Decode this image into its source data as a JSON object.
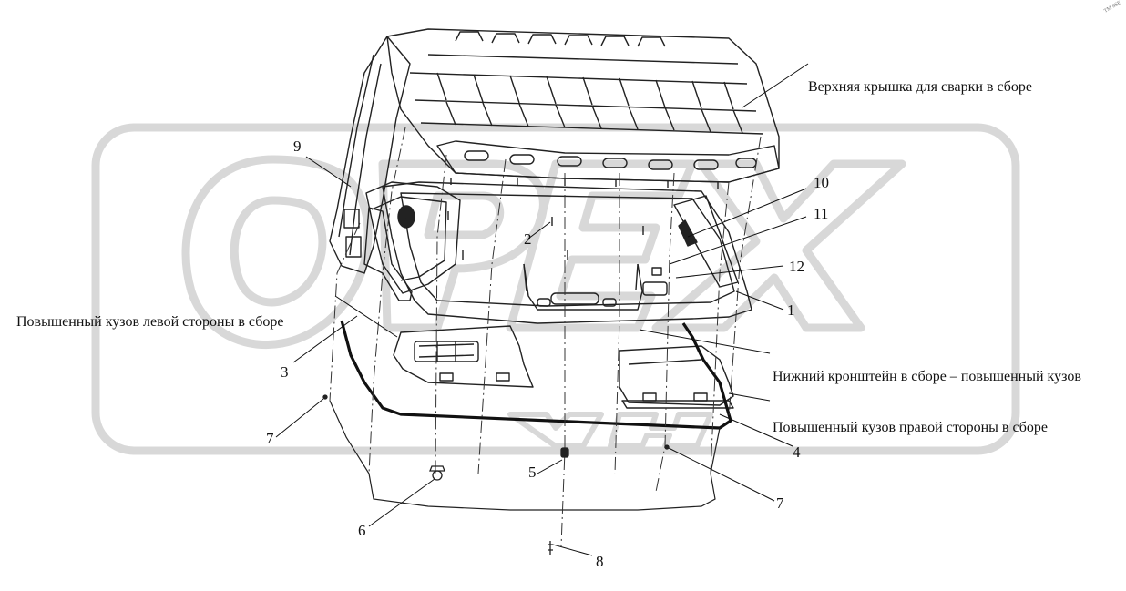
{
  "watermark": {
    "text": "OPEX",
    "color": "#d9d9d9"
  },
  "stamp": "TM 8SE",
  "labels": {
    "top_cover": "Верхняя крышка для сварки в сборе",
    "left_side": "Повышенный кузов левой стороны в сборе",
    "lower_bracket": "Нижний кронштейн в сборе – повышенный кузов",
    "right_side": "Повышенный кузов правой стороны в сборе"
  },
  "callouts": {
    "n1": "1",
    "n2": "2",
    "n3": "3",
    "n4": "4",
    "n5": "5",
    "n6": "6",
    "n7a": "7",
    "n7b": "7",
    "n8": "8",
    "n9": "9",
    "n10": "10",
    "n11": "11",
    "n12": "12"
  }
}
